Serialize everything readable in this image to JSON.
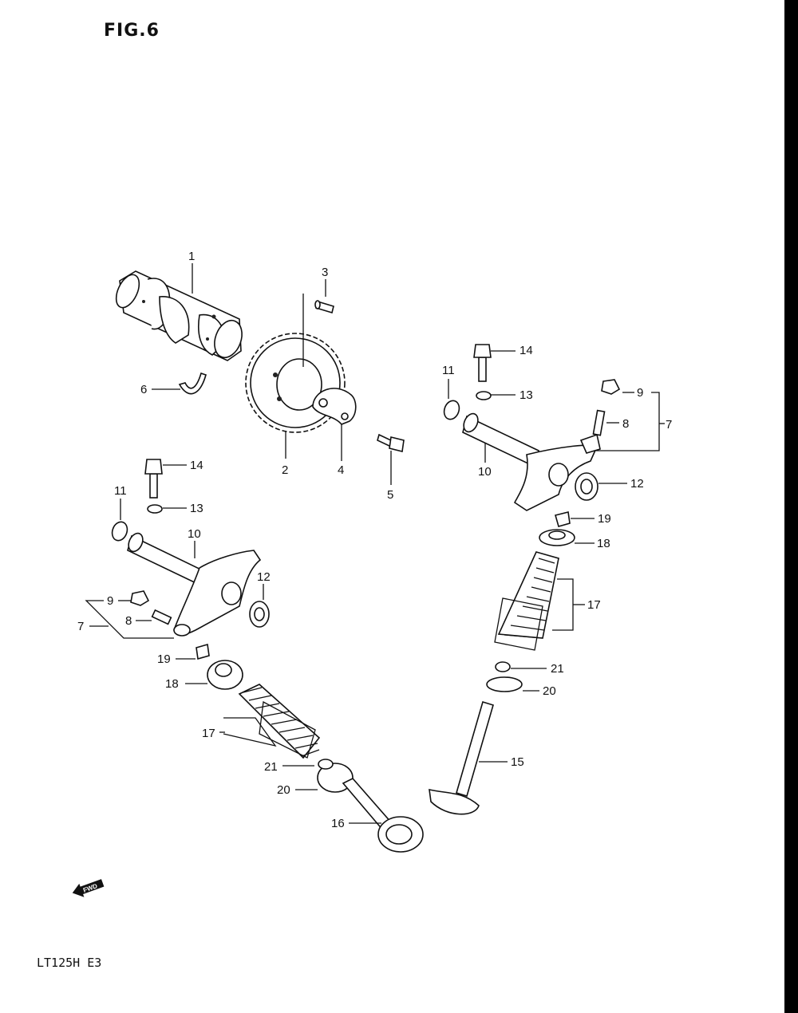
{
  "figure": {
    "title": "FIG.6",
    "model": "LT125H  E3",
    "fwd_badge": "FWD"
  },
  "callouts": [
    "1",
    "2",
    "3",
    "4",
    "5",
    "6",
    "7",
    "8",
    "9",
    "10",
    "11",
    "12",
    "13",
    "14",
    "15",
    "16",
    "17",
    "18",
    "19",
    "20",
    "21"
  ],
  "colors": {
    "line": "#111111",
    "background": "#ffffff",
    "scan_edge": "#000000"
  }
}
